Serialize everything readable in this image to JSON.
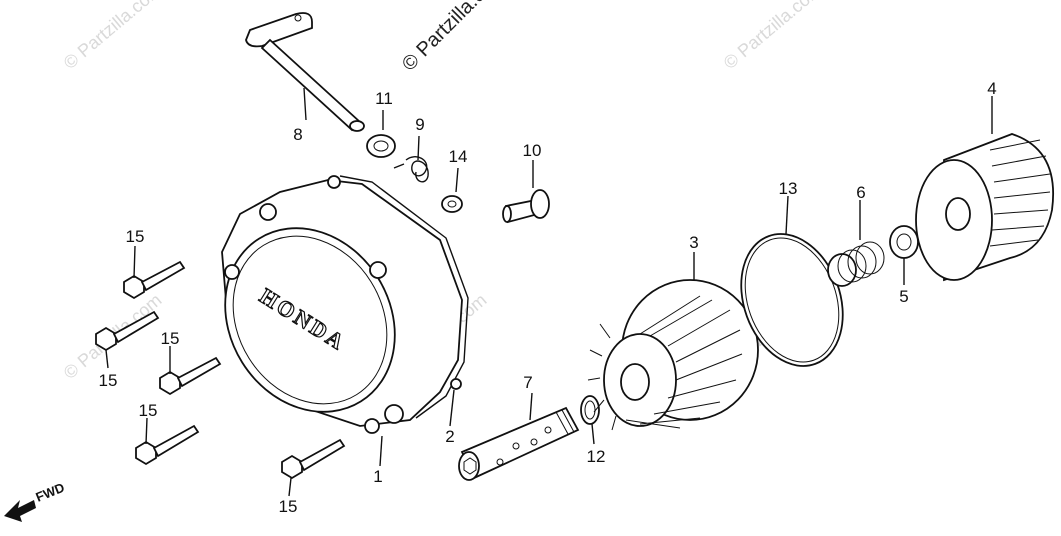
{
  "watermark": {
    "text": "© Partzilla.com",
    "dark_text": "© Partzilla.com"
  },
  "logo_text": "HONDA",
  "direction_label": "FWD",
  "callouts": [
    {
      "id": "1",
      "label": "1"
    },
    {
      "id": "2",
      "label": "2"
    },
    {
      "id": "3",
      "label": "3"
    },
    {
      "id": "4",
      "label": "4"
    },
    {
      "id": "5",
      "label": "5"
    },
    {
      "id": "6",
      "label": "6"
    },
    {
      "id": "7",
      "label": "7"
    },
    {
      "id": "8",
      "label": "8"
    },
    {
      "id": "9",
      "label": "9"
    },
    {
      "id": "10",
      "label": "10"
    },
    {
      "id": "11",
      "label": "11"
    },
    {
      "id": "12",
      "label": "12"
    },
    {
      "id": "13",
      "label": "13"
    },
    {
      "id": "14",
      "label": "14"
    },
    {
      "id": "15a",
      "label": "15"
    },
    {
      "id": "15b",
      "label": "15"
    },
    {
      "id": "15c",
      "label": "15"
    },
    {
      "id": "15d",
      "label": "15"
    },
    {
      "id": "15e",
      "label": "15"
    }
  ]
}
